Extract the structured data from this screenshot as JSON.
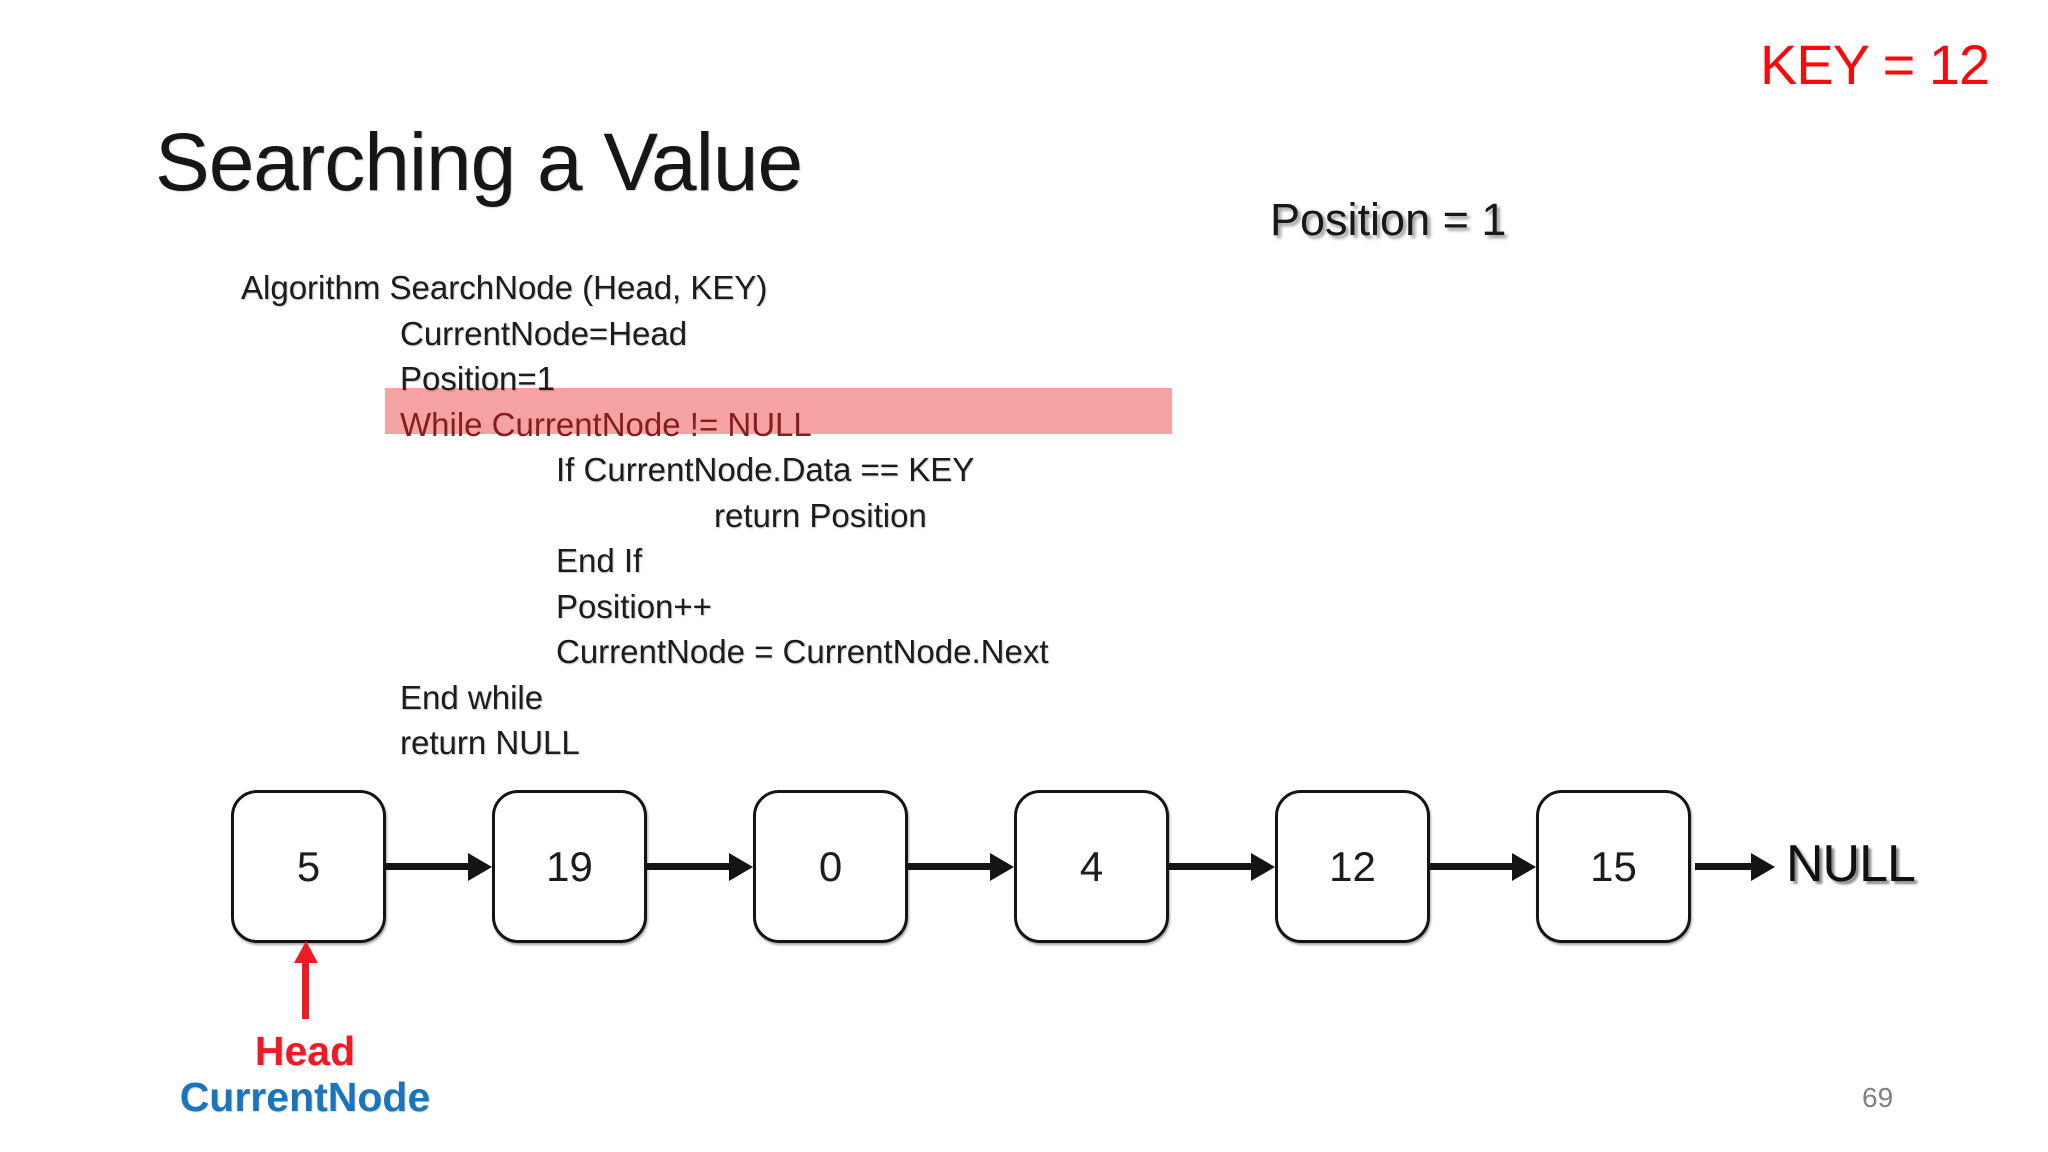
{
  "slide": {
    "key_label": "KEY = 12",
    "title": "Searching a Value",
    "position_label": "Position = 1",
    "page_number": "69",
    "code": {
      "lines": [
        {
          "text": "Algorithm SearchNode (Head, KEY)",
          "indent": 0,
          "highlighted": false
        },
        {
          "text": "CurrentNode=Head",
          "indent": 1,
          "highlighted": false
        },
        {
          "text": "Position=1",
          "indent": 1,
          "highlighted": false
        },
        {
          "text": "While CurrentNode != NULL",
          "indent": 1,
          "highlighted": true
        },
        {
          "text": "If CurrentNode.Data == KEY",
          "indent": 2,
          "highlighted": false
        },
        {
          "text": "return Position",
          "indent": 3,
          "highlighted": false
        },
        {
          "text": "End If",
          "indent": 2,
          "highlighted": false
        },
        {
          "text": "Position++",
          "indent": 2,
          "highlighted": false
        },
        {
          "text": "CurrentNode = CurrentNode.Next",
          "indent": 2,
          "highlighted": false
        },
        {
          "text": "End while",
          "indent": 1,
          "highlighted": false
        },
        {
          "text": "return NULL",
          "indent": 1,
          "highlighted": false
        }
      ]
    },
    "linked_list": {
      "nodes": [
        "5",
        "19",
        "0",
        "4",
        "12",
        "15"
      ],
      "terminator": "NULL"
    },
    "pointers": {
      "head_label": "Head",
      "currentnode_label": "CurrentNode"
    },
    "colors": {
      "key_red": "#f80a0a",
      "pointer_red": "#ed1c24",
      "currentnode_blue": "#1b75bc",
      "highlight_bg": "#f5a2a2",
      "highlight_text": "#871b1f",
      "page_gray": "#808080"
    }
  }
}
